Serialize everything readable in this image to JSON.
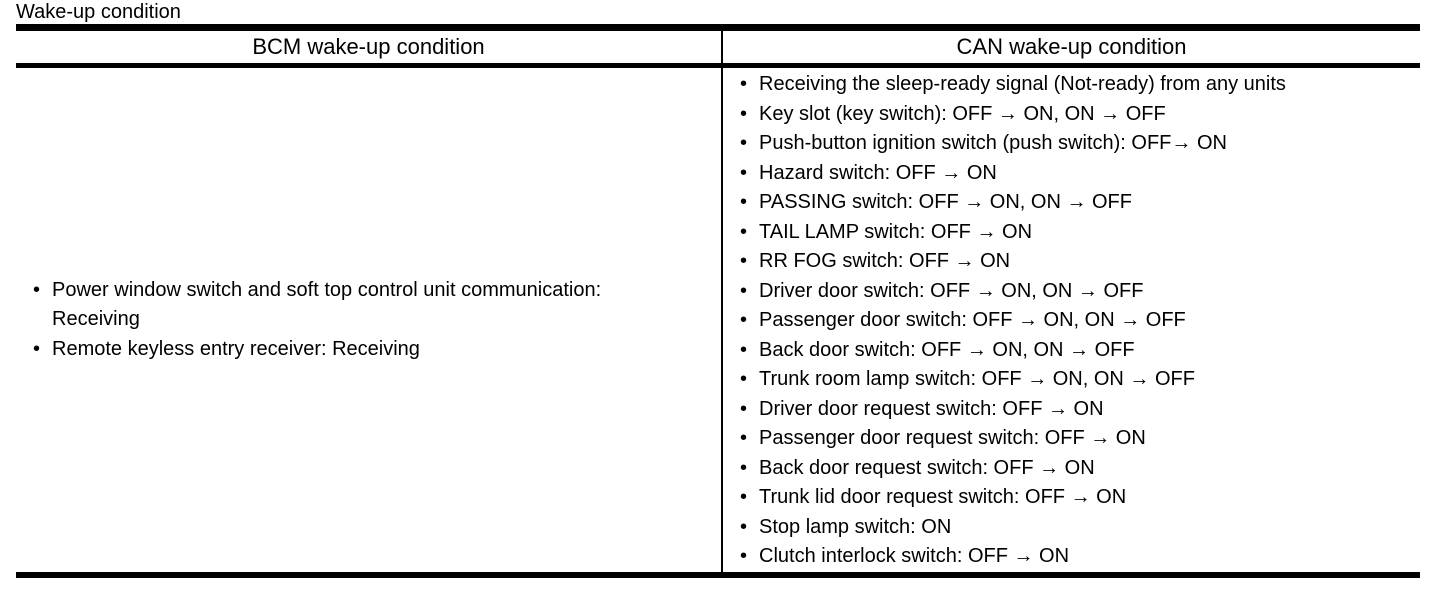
{
  "page": {
    "title": "Wake-up condition"
  },
  "colors": {
    "text": "#000000",
    "background": "#ffffff",
    "border": "#000000"
  },
  "bullet_glyph": "•",
  "table": {
    "headers": {
      "bcm": "BCM wake-up condition",
      "can": "CAN wake-up condition"
    },
    "bcm_items": [
      "Power window switch and soft top control unit communication:\nReceiving",
      "Remote keyless entry receiver: Receiving"
    ],
    "can_items": [
      "Receiving the sleep-ready signal (Not-ready) from any units",
      "Key slot (key switch): OFF → ON, ON → OFF",
      "Push-button ignition switch (push switch): OFF→ ON",
      "Hazard switch: OFF → ON",
      "PASSING switch: OFF → ON, ON → OFF",
      "TAIL LAMP switch: OFF → ON",
      "RR FOG switch: OFF → ON",
      "Driver door switch: OFF → ON, ON → OFF",
      "Passenger door switch: OFF → ON, ON → OFF",
      "Back door switch: OFF → ON, ON → OFF",
      "Trunk room lamp switch: OFF → ON, ON → OFF",
      "Driver door request switch: OFF → ON",
      "Passenger door request switch: OFF → ON",
      "Back door request switch: OFF → ON",
      "Trunk lid door request switch: OFF → ON",
      "Stop lamp switch: ON",
      "Clutch interlock switch: OFF → ON"
    ]
  }
}
